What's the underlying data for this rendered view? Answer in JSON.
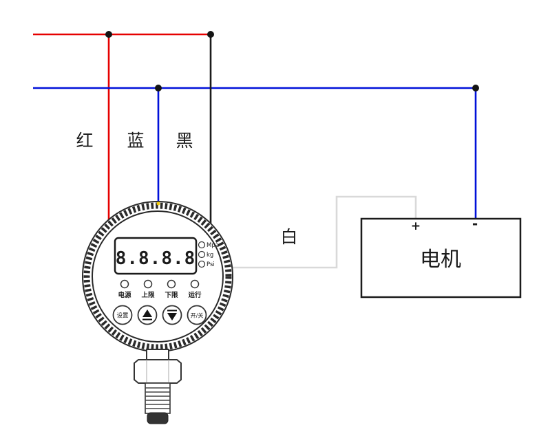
{
  "diagram": {
    "wire_labels": {
      "red": "红",
      "blue": "蓝",
      "black": "黑",
      "white": "白"
    },
    "motor": {
      "label": "电机",
      "plus": "+",
      "minus": "-"
    },
    "gauge": {
      "display": "8.8.8.8",
      "units": [
        "Mpa",
        "kg",
        "Psi"
      ],
      "status_leds": [
        "电源",
        "上限",
        "下限",
        "运行"
      ],
      "buttons": {
        "set": "设置",
        "up": "▲",
        "down": "▼",
        "power": "开/关"
      },
      "icons": {
        "up": "triangle-up-icon",
        "down": "triangle-down-icon"
      }
    },
    "colors": {
      "red": "#e60000",
      "blue": "#0010d9",
      "black": "#1b1b1b",
      "white": "#d9d9d9",
      "plus": "#e60000",
      "minus": "#0010d9"
    }
  }
}
